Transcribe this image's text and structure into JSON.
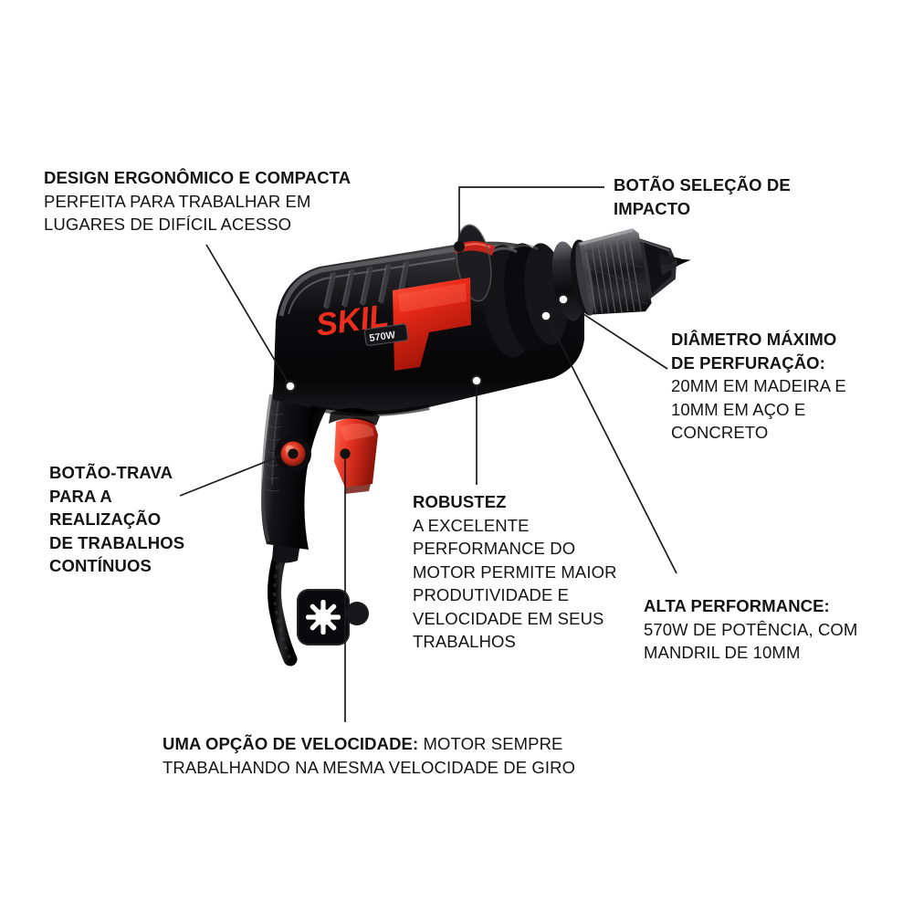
{
  "page": {
    "background_color": "#ffffff",
    "text_color": "#141414",
    "accent_color": "#e8251c",
    "product_brand": "SKIL",
    "product_power_badge": "570W"
  },
  "callouts": {
    "design": {
      "heading": "DESIGN ERGONÔMICO E COMPACTA",
      "line1": "PERFEITA PARA TRABALHAR EM",
      "line2": "LUGARES DE DIFÍCIL ACESSO"
    },
    "impacto": {
      "line1": "BOTÃO SELEÇÃO DE",
      "line2": "IMPACTO"
    },
    "diametro": {
      "head1": "DIÂMETRO MÁXIMO",
      "head2": "DE PERFURAÇÃO:",
      "line1": "20MM EM MADEIRA E",
      "line2": "10MM EM AÇO E",
      "line3": "CONCRETO"
    },
    "trava": {
      "line1": "BOTÃO-TRAVA",
      "line2": "PARA A",
      "line3": "REALIZAÇÃO",
      "line4": "DE TRABALHOS",
      "line5": "CONTÍNUOS"
    },
    "robustez": {
      "heading": "ROBUSTEZ",
      "line1": "A EXCELENTE",
      "line2": "PERFORMANCE DO",
      "line3": "MOTOR PERMITE MAIOR",
      "line4": "PRODUTIVIDADE E",
      "line5": "VELOCIDADE EM SEUS",
      "line6": "TRABALHOS"
    },
    "performance": {
      "heading": "ALTA PERFORMANCE:",
      "line1": "570W DE POTÊNCIA, COM",
      "line2": "MANDRIL DE 10MM"
    },
    "velocidade": {
      "heading": "UMA OPÇÃO DE VELOCIDADE:",
      "inline": " MOTOR SEMPRE",
      "line2": "TRABALHANDO NA MESMA VELOCIDADE DE GIRO"
    }
  }
}
